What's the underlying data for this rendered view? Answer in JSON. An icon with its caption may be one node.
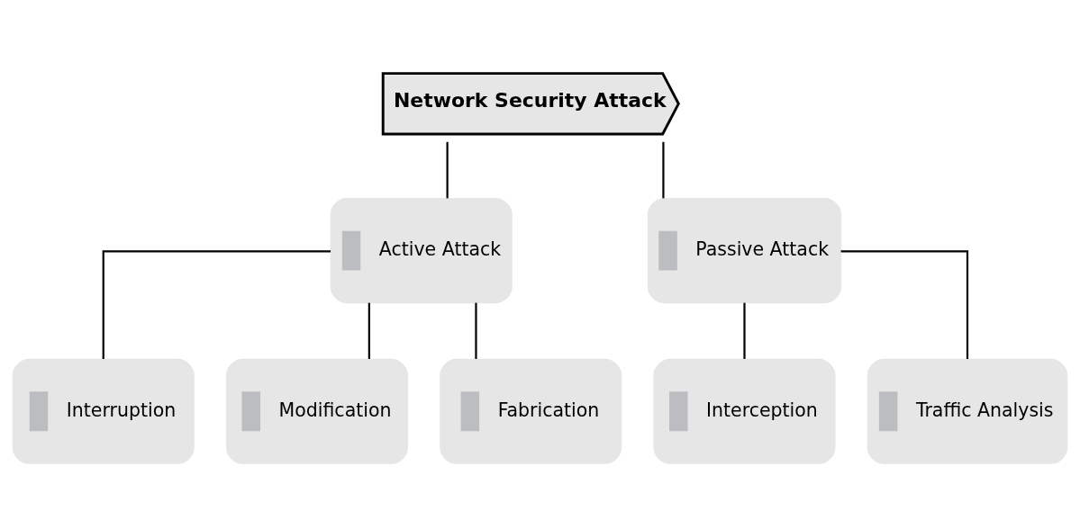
{
  "diagram": {
    "nodes": [
      {
        "text": [
          "Network Security Attack"
        ]
      },
      {
        "text": [
          "Active Attack"
        ]
      },
      {
        "text": [
          "Passive Attack"
        ]
      },
      {
        "text": [
          "Interruption"
        ]
      },
      {
        "text": [
          "Modification"
        ]
      },
      {
        "text": [
          "Fabrication"
        ]
      },
      {
        "text": [
          "Interception"
        ]
      },
      {
        "text": [
          "Traffic Analysis"
        ]
      }
    ],
    "edges": [
      {
        "from": 0,
        "to": 1,
        "arrow": "none"
      },
      {
        "from": 0,
        "to": 2,
        "arrow": "none"
      },
      {
        "from": 1,
        "to": 3,
        "arrow": "none"
      },
      {
        "from": 1,
        "to": 4,
        "arrow": "none"
      },
      {
        "from": 1,
        "to": 5,
        "arrow": "none"
      },
      {
        "from": 2,
        "to": 6,
        "arrow": "none"
      },
      {
        "from": 2,
        "to": 7,
        "arrow": "none"
      }
    ]
  }
}
